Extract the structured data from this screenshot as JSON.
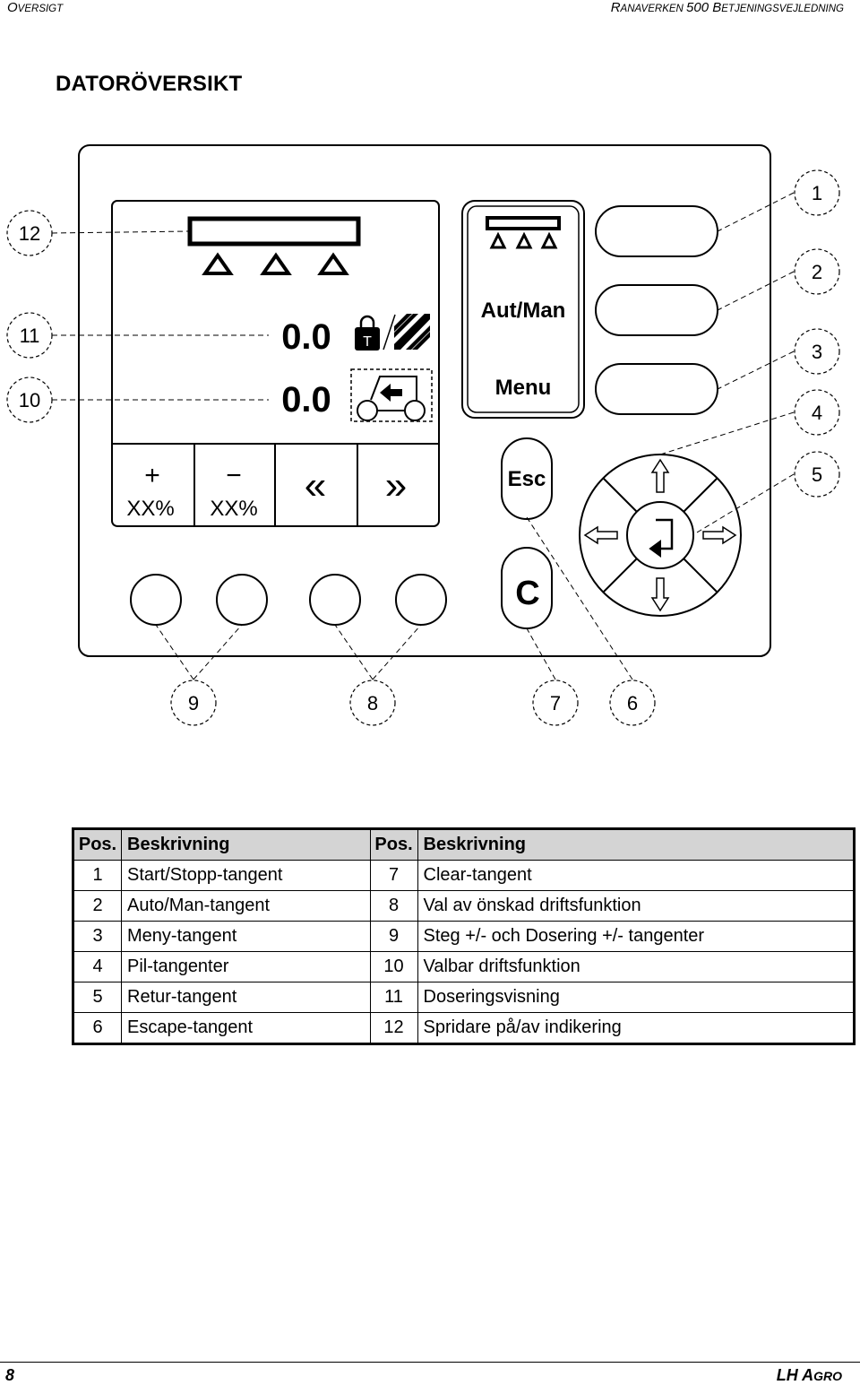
{
  "header": {
    "left_first": "O",
    "left_rest": "VERSIGT",
    "right_parts": [
      {
        "big": "R",
        "sm": "ANAVERKEN "
      },
      {
        "big": "500 ",
        "sm": ""
      },
      {
        "big": "B",
        "sm": "ETJENINGSVEJLEDNING"
      }
    ]
  },
  "title": "DATORÖVERSIKT",
  "diagram": {
    "readout_top": "0.0",
    "readout_bottom": "0.0",
    "lock_letter": "T",
    "plus_sign": "+",
    "minus_sign": "−",
    "plus_label": "XX%",
    "minus_label": "XX%",
    "chev_left": "«",
    "chev_right": "»",
    "automan_label": "Aut/Man",
    "menu_label": "Menu",
    "esc_label": "Esc",
    "c_label": "C",
    "callouts": [
      "1",
      "2",
      "3",
      "4",
      "5",
      "6",
      "7",
      "8",
      "9",
      "10",
      "11",
      "12"
    ]
  },
  "table": {
    "headers": [
      "Pos.",
      "Beskrivning",
      "Pos.",
      "Beskrivning"
    ],
    "rows": [
      [
        "1",
        "Start/Stopp-tangent",
        "7",
        "Clear-tangent"
      ],
      [
        "2",
        "Auto/Man-tangent",
        "8",
        "Val av önskad driftsfunktion"
      ],
      [
        "3",
        "Meny-tangent",
        "9",
        "Steg +/-  och Dosering +/- tangenter"
      ],
      [
        "4",
        "Pil-tangenter",
        "10",
        "Valbar driftsfunktion"
      ],
      [
        "5",
        "Retur-tangent",
        "11",
        "Doseringsvisning"
      ],
      [
        "6",
        "Escape-tangent",
        "12",
        "Spridare på/av indikering"
      ]
    ]
  },
  "footer": {
    "page_number": "8",
    "brand_first": "LH A",
    "brand_rest": "GRO"
  }
}
